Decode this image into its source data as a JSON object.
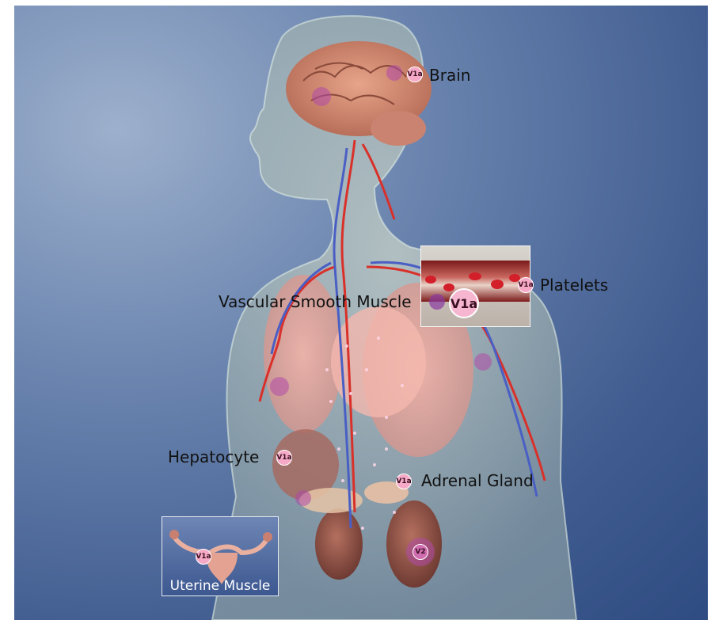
{
  "labels": {
    "brain": "Brain",
    "platelets": "Platelets",
    "vascular": "Vascular Smooth Muscle",
    "hepatocyte": "Hepatocyte",
    "adrenal": "Adrenal Gland",
    "uterine": "Uterine Muscle"
  },
  "badges": {
    "v1a": "V1a",
    "v2": "V2"
  },
  "colors": {
    "background": "#3f5b8f",
    "badge": "#f6a9c6",
    "artery": "#d9302a",
    "vein": "#4a5fc4"
  }
}
